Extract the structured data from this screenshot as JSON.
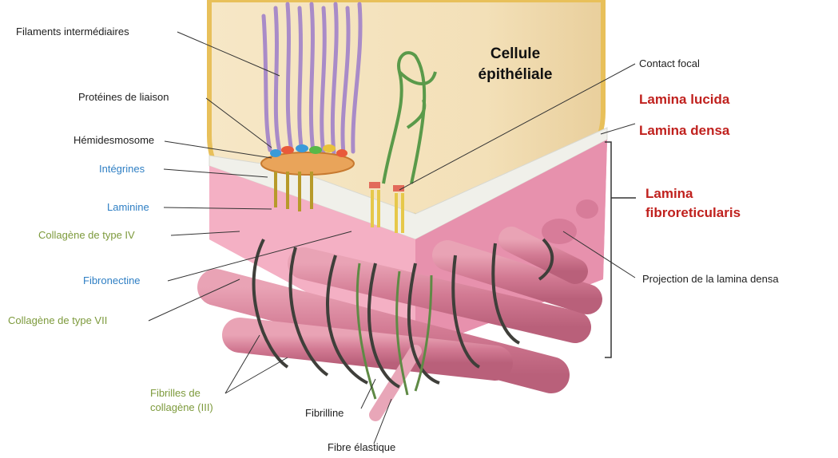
{
  "labels": {
    "filaments": "Filaments intermédiaires",
    "proteines": "Protéines de liaison",
    "hemidesmosome": "Hémidesmosome",
    "integrines": "Intégrines",
    "laminine": "Laminine",
    "collagene_iv": "Collagène de type IV",
    "fibronectine": "Fibronectine",
    "collagene_vii": "Collagène de type VII",
    "fibrilles_line1": "Fibrilles de",
    "fibrilles_line2": "collagène (III)",
    "fibrilline": "Fibrilline",
    "fibre_elastique": "Fibre élastique",
    "cellule_line1": "Cellule",
    "cellule_line2": "épithéliale",
    "contact_focal": "Contact focal",
    "lamina_lucida": "Lamina lucida",
    "lamina_densa": "Lamina densa",
    "lamina_fibro_line1": "Lamina",
    "lamina_fibro_line2": "fibroreticularis",
    "projection": "Projection de la lamina densa"
  },
  "colors": {
    "cell_fill": "#f3e2bd",
    "cell_border": "#e8c05a",
    "lucida": "#f2f2ee",
    "densa_pink": "#ef9fb7",
    "collagen_pink": "#d9809a",
    "filament_purple": "#a98bc8",
    "actin_green": "#5a9a4a",
    "label_blue": "#2f7fc4",
    "label_green": "#7d9a3c",
    "label_red": "#c0211e"
  }
}
